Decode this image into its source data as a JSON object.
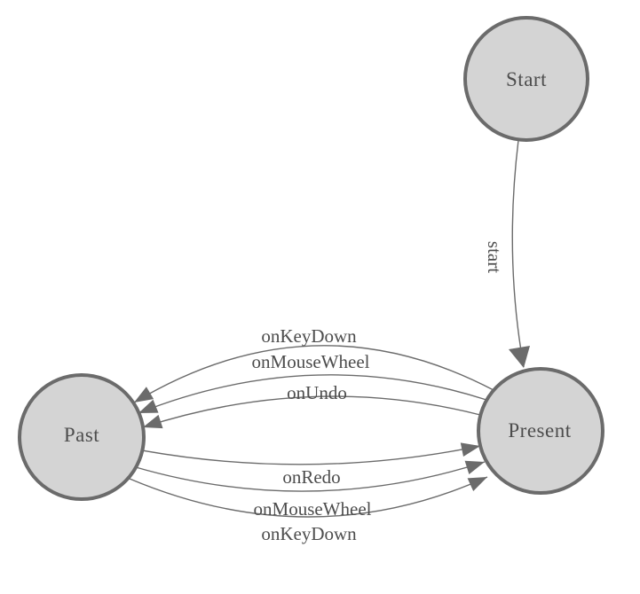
{
  "diagram": {
    "type": "state-machine",
    "nodes": [
      {
        "id": "start",
        "label": "Start"
      },
      {
        "id": "past",
        "label": "Past"
      },
      {
        "id": "present",
        "label": "Present"
      }
    ],
    "edges": [
      {
        "from": "Start",
        "to": "Present",
        "label": "start"
      },
      {
        "from": "Present",
        "to": "Past",
        "label": "onKeyDown"
      },
      {
        "from": "Present",
        "to": "Past",
        "label": "onMouseWheel"
      },
      {
        "from": "Present",
        "to": "Past",
        "label": "onUndo"
      },
      {
        "from": "Past",
        "to": "Present",
        "label": "onRedo"
      },
      {
        "from": "Past",
        "to": "Present",
        "label": "onMouseWheel"
      },
      {
        "from": "Past",
        "to": "Present",
        "label": "onKeyDown"
      }
    ],
    "colors": {
      "node_fill": "#d4d4d4",
      "node_stroke": "#6b6b6b",
      "edge_stroke": "#6b6b6b",
      "arrow_fill": "#6b6b6b",
      "label_text": "#4d4d4d",
      "background": "#ffffff"
    }
  }
}
